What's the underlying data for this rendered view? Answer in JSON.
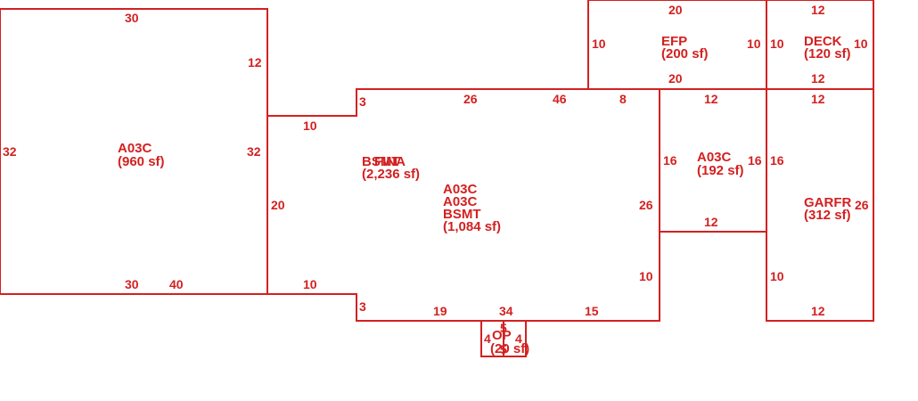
{
  "colors": {
    "line": "#d42020",
    "background": "#ffffff"
  },
  "rooms": {
    "a03c_960": {
      "name": "A03C",
      "area": "(960 sf)"
    },
    "bsmt_2236": {
      "name_a": "BSMT",
      "name_b": "FINA",
      "area": "(2,236 sf)"
    },
    "a03c_bsmt_1084": {
      "line1": "A03C",
      "line2": "A03C",
      "line3": "BSMT",
      "area": "(1,084 sf)"
    },
    "efp": {
      "name": "EFP",
      "area": "(200 sf)"
    },
    "deck": {
      "name": "DECK",
      "area": "(120 sf)"
    },
    "a03c_192": {
      "name": "A03C",
      "area": "(192 sf)"
    },
    "garfr": {
      "name": "GARFR",
      "area": "(312 sf)"
    },
    "op": {
      "name": "OP",
      "area": "(20 sf)"
    }
  },
  "dims": {
    "d1": "30",
    "d2": "12",
    "d3": "32",
    "d4": "32",
    "d5": "30",
    "d6": "40",
    "d7": "10",
    "d8": "20",
    "d9": "10",
    "d10": "3",
    "d11": "3",
    "d12": "26",
    "d13": "46",
    "d14": "8",
    "d15": "12",
    "d16": "16",
    "d17": "16",
    "d18": "12",
    "d19": "26",
    "d20": "10",
    "d21": "19",
    "d22": "34",
    "d23": "15",
    "d24": "20",
    "d25": "10",
    "d26": "10",
    "d27": "20",
    "d28": "12",
    "d29": "10",
    "d30": "10",
    "d31": "12",
    "d32": "12",
    "d33": "16",
    "d34": "26",
    "d35": "10",
    "d36": "12",
    "d37": "5",
    "d38": "4",
    "d39": "4",
    "d40": "5"
  }
}
